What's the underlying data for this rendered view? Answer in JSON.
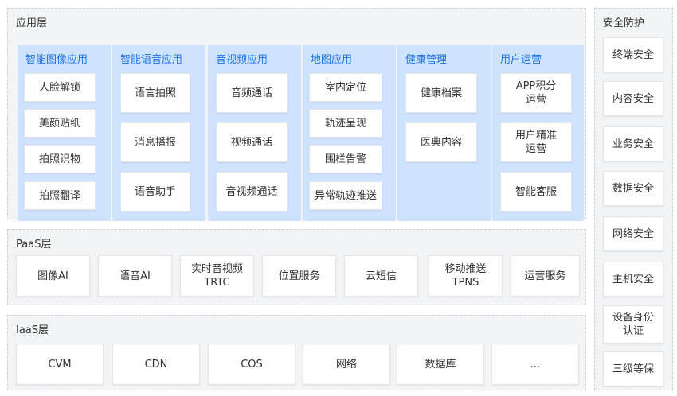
{
  "app_layer": {
    "title": "应用层",
    "columns": [
      {
        "title": "智能图像应用",
        "items": [
          "人脸解锁",
          "美颜贴纸",
          "拍照识物",
          "拍照翻译"
        ]
      },
      {
        "title": "智能语音应用",
        "items": [
          "语言拍照",
          "消息播报",
          "语音助手"
        ]
      },
      {
        "title": "音视频应用",
        "items": [
          "音频通话",
          "视频通话",
          "音视频通话"
        ]
      },
      {
        "title": "地图应用",
        "items": [
          "室内定位",
          "轨迹呈现",
          "围栏告警",
          "异常轨迹推送"
        ]
      },
      {
        "title": "健康管理",
        "items": [
          "健康档案",
          "医典内容"
        ]
      },
      {
        "title": "用户运营",
        "items": [
          "APP积分\n运营",
          "用户精准\n运营",
          "智能客服"
        ]
      }
    ]
  },
  "paas_layer": {
    "title": "PaaS层",
    "items": [
      "图像AI",
      "语音AI",
      "实时音视频\nTRTC",
      "位置服务",
      "云短信",
      "移动推送\nTPNS",
      "运营服务"
    ]
  },
  "iaas_layer": {
    "title": "IaaS层",
    "items": [
      "CVM",
      "CDN",
      "COS",
      "网络",
      "数据库",
      "..."
    ]
  },
  "security": {
    "title": "安全防护",
    "items": [
      "终端安全",
      "内容安全",
      "业务安全",
      "数据安全",
      "网络安全",
      "主机安全",
      "设备身份\n认证",
      "三级等保"
    ]
  },
  "colors": {
    "column_bg": "#cfe3ff",
    "column_title": "#1a73e8",
    "layer_bg": "#f3f4f6"
  }
}
